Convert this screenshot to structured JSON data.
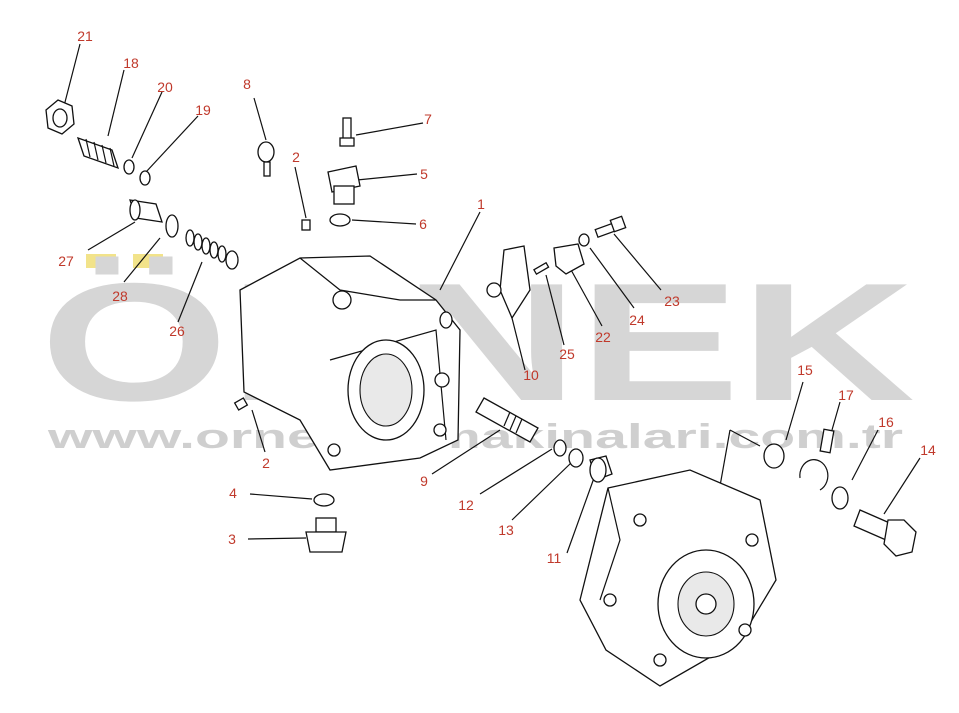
{
  "watermark": {
    "brand": "ÖRNEK",
    "url": "www.orneksismakinalari.com.tr",
    "accent_color": "#f2e38a"
  },
  "callouts": [
    {
      "id": "c1",
      "label": "1"
    },
    {
      "id": "c2a",
      "label": "2"
    },
    {
      "id": "c2b",
      "label": "2"
    },
    {
      "id": "c3",
      "label": "3"
    },
    {
      "id": "c4",
      "label": "4"
    },
    {
      "id": "c5",
      "label": "5"
    },
    {
      "id": "c6",
      "label": "6"
    },
    {
      "id": "c7",
      "label": "7"
    },
    {
      "id": "c8",
      "label": "8"
    },
    {
      "id": "c9",
      "label": "9"
    },
    {
      "id": "c10",
      "label": "10"
    },
    {
      "id": "c11",
      "label": "11"
    },
    {
      "id": "c12",
      "label": "12"
    },
    {
      "id": "c13",
      "label": "13"
    },
    {
      "id": "c14",
      "label": "14"
    },
    {
      "id": "c15",
      "label": "15"
    },
    {
      "id": "c16",
      "label": "16"
    },
    {
      "id": "c17",
      "label": "17"
    },
    {
      "id": "c18",
      "label": "18"
    },
    {
      "id": "c19",
      "label": "19"
    },
    {
      "id": "c20",
      "label": "20"
    },
    {
      "id": "c21",
      "label": "21"
    },
    {
      "id": "c22",
      "label": "22"
    },
    {
      "id": "c23",
      "label": "23"
    },
    {
      "id": "c24",
      "label": "24"
    },
    {
      "id": "c25",
      "label": "25"
    },
    {
      "id": "c26",
      "label": "26"
    },
    {
      "id": "c27",
      "label": "27"
    },
    {
      "id": "c28",
      "label": "28"
    }
  ]
}
